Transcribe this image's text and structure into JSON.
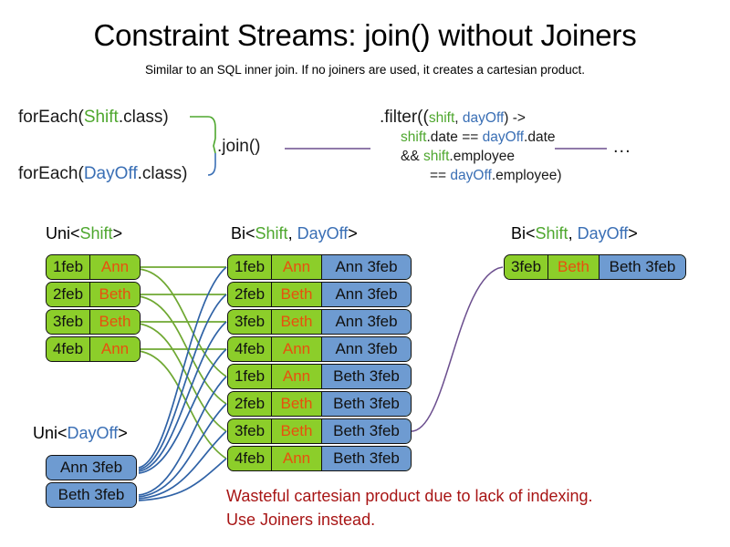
{
  "header": {
    "title": "Constraint Streams: join() without Joiners",
    "subtitle": "Similar to an SQL inner join. If no joiners are used, it creates a cartesian product."
  },
  "code": {
    "foreach_shift_pre": "forEach(",
    "foreach_shift_type": "Shift",
    "foreach_shift_post": ".class)",
    "foreach_dayoff_pre": "forEach(",
    "foreach_dayoff_type": "DayOff",
    "foreach_dayoff_post": ".class)",
    "join_label": ".join()",
    "ellipsis": "...",
    "filter": {
      "line1_a": ".filter((",
      "line1_shift": "shift",
      "line1_comma": ", ",
      "line1_dayoff": "dayOff",
      "line1_b": ") ->",
      "line2_shift": "shift",
      "line2_mid": ".date == ",
      "line2_dayoff": "dayOff",
      "line2_end": ".date",
      "line3_a": "&& ",
      "line3_shift": "shift",
      "line3_b": ".employee",
      "line4_a": "== ",
      "line4_dayoff": "dayOff",
      "line4_b": ".employee)"
    }
  },
  "streams": {
    "uni_shift": {
      "title_pre": "Uni<",
      "title_type": "Shift",
      "title_post": ">",
      "rows": [
        {
          "date": "1feb",
          "name": "Ann"
        },
        {
          "date": "2feb",
          "name": "Beth"
        },
        {
          "date": "3feb",
          "name": "Beth"
        },
        {
          "date": "4feb",
          "name": "Ann"
        }
      ]
    },
    "uni_dayoff": {
      "title_pre": "Uni<",
      "title_type": "DayOff",
      "title_post": ">",
      "rows": [
        {
          "dayoff": "Ann 3feb"
        },
        {
          "dayoff": "Beth 3feb"
        }
      ]
    },
    "bi_middle": {
      "title_pre": "Bi<",
      "title_shift": "Shift",
      "title_comma": ", ",
      "title_dayoff": "DayOff",
      "title_post": ">",
      "rows": [
        {
          "date": "1feb",
          "name": "Ann",
          "dayoff": "Ann 3feb"
        },
        {
          "date": "2feb",
          "name": "Beth",
          "dayoff": "Ann 3feb"
        },
        {
          "date": "3feb",
          "name": "Beth",
          "dayoff": "Ann 3feb"
        },
        {
          "date": "4feb",
          "name": "Ann",
          "dayoff": "Ann 3feb"
        },
        {
          "date": "1feb",
          "name": "Ann",
          "dayoff": "Beth 3feb"
        },
        {
          "date": "2feb",
          "name": "Beth",
          "dayoff": "Beth 3feb"
        },
        {
          "date": "3feb",
          "name": "Beth",
          "dayoff": "Beth 3feb"
        },
        {
          "date": "4feb",
          "name": "Ann",
          "dayoff": "Beth 3feb"
        }
      ]
    },
    "bi_right": {
      "title_pre": "Bi<",
      "title_shift": "Shift",
      "title_comma": ", ",
      "title_dayoff": "DayOff",
      "title_post": ">",
      "rows": [
        {
          "date": "3feb",
          "name": "Beth",
          "dayoff": "Beth 3feb"
        }
      ]
    }
  },
  "warning": {
    "line1": "Wasteful cartesian product due to lack of indexing.",
    "line2": "Use Joiners instead."
  },
  "colors": {
    "shift_green": "#8CCE2A",
    "dayoff_blue": "#6E9BD1",
    "name_orange": "#E8500E",
    "type_green": "#4EA72E",
    "type_blue": "#3A6FB5",
    "warning_red": "#A81515",
    "wire_green": "#6FA832",
    "wire_blue": "#2F62A6",
    "wire_purple": "#6B4E8E"
  }
}
